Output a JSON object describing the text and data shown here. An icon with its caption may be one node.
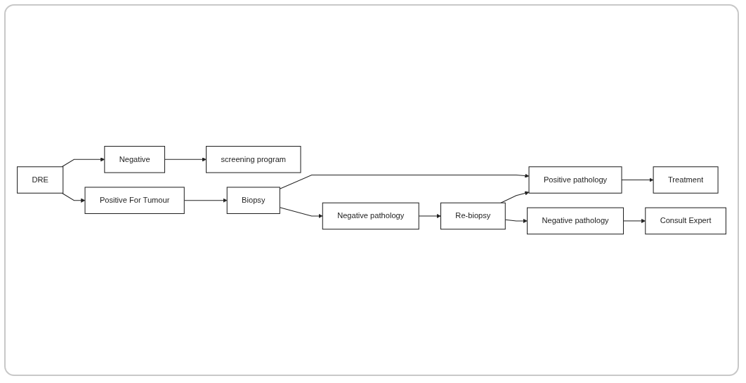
{
  "diagram": {
    "nodes": [
      {
        "text": [
          "DRE"
        ]
      },
      {
        "text": [
          "Negative"
        ]
      },
      {
        "text": [
          "screening program"
        ]
      },
      {
        "text": [
          "Positive For Tumour"
        ]
      },
      {
        "text": [
          "Biopsy"
        ]
      },
      {
        "text": [
          "Positive pathology"
        ]
      },
      {
        "text": [
          "Treatment"
        ]
      },
      {
        "text": [
          "Negative pathology"
        ]
      },
      {
        "text": [
          "Re-biopsy"
        ]
      },
      {
        "text": [
          "Negative pathology"
        ]
      },
      {
        "text": [
          "Consult Expert"
        ]
      }
    ],
    "edges": [
      {
        "from": 0,
        "to": 1,
        "arrow": "to"
      },
      {
        "from": 1,
        "to": 2,
        "arrow": "to"
      },
      {
        "from": 0,
        "to": 3,
        "arrow": "to"
      },
      {
        "from": 3,
        "to": 4,
        "arrow": "to"
      },
      {
        "from": 4,
        "to": 5,
        "arrow": "to"
      },
      {
        "from": 4,
        "to": 7,
        "arrow": "to"
      },
      {
        "from": 5,
        "to": 6,
        "arrow": "to"
      },
      {
        "from": 7,
        "to": 8,
        "arrow": "to"
      },
      {
        "from": 8,
        "to": 5,
        "arrow": "to"
      },
      {
        "from": 8,
        "to": 9,
        "arrow": "to"
      },
      {
        "from": 9,
        "to": 10,
        "arrow": "to"
      }
    ]
  }
}
